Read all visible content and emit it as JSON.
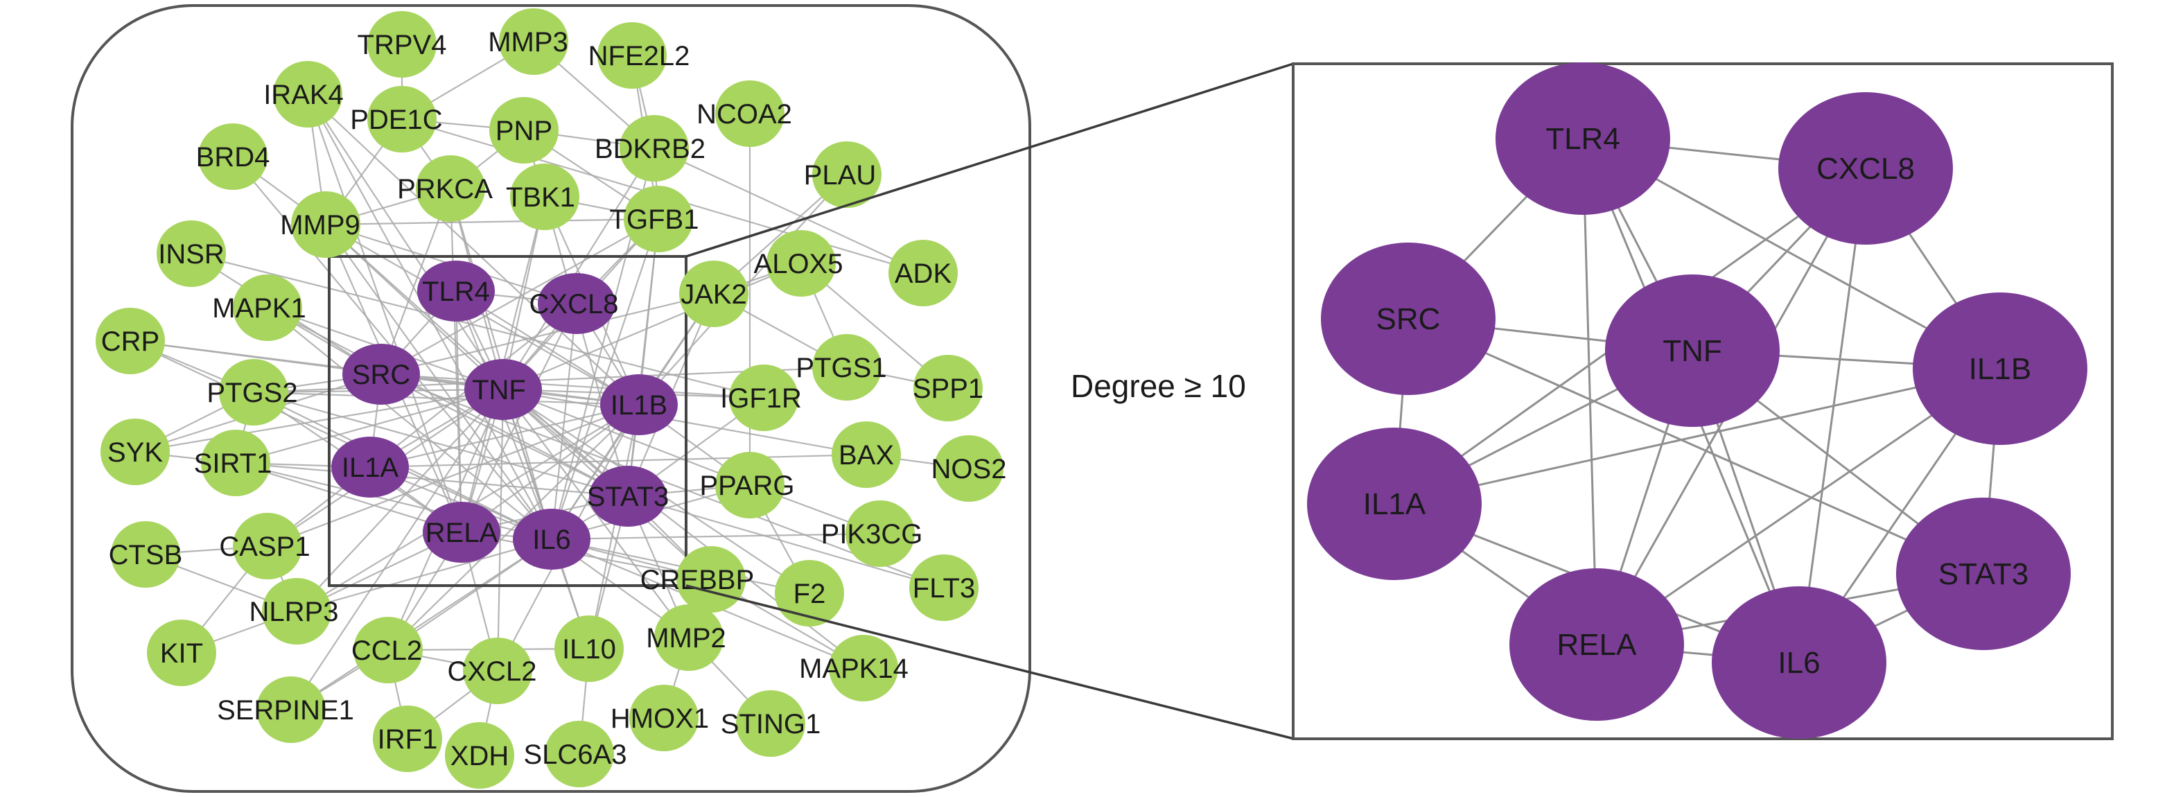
{
  "colors": {
    "hub_node": "#7b3c96",
    "other_node": "#a8d55e",
    "edge": "#a9a9a9",
    "frame": "#555555",
    "label": "#1a1a1a"
  },
  "threshold_label": "Degree ≥ 10",
  "full_network": {
    "hub_nodes": [
      "TLR4",
      "CXCL8",
      "SRC",
      "TNF",
      "IL1B",
      "IL1A",
      "STAT3",
      "RELA",
      "IL6"
    ],
    "other_nodes": [
      "TRPV4",
      "MMP3",
      "NFE2L2",
      "IRAK4",
      "PDE1C",
      "PNP",
      "NCOA2",
      "BDKRB2",
      "BRD4",
      "PLAU",
      "PRKCA",
      "TBK1",
      "MMP9",
      "TGFB1",
      "INSR",
      "ALOX5",
      "ADK",
      "JAK2",
      "MAPK1",
      "CRP",
      "PTGS1",
      "SPP1",
      "PTGS2",
      "IGF1R",
      "SYK",
      "SIRT1",
      "BAX",
      "NOS2",
      "PPARG",
      "PIK3CG",
      "CTSB",
      "CASP1",
      "CREBBP",
      "F2",
      "FLT3",
      "NLRP3",
      "KIT",
      "CCL2",
      "IL10",
      "MMP2",
      "CXCL2",
      "MAPK14",
      "SERPINE1",
      "HMOX1",
      "STING1",
      "IRF1",
      "XDH",
      "SLC6A3"
    ],
    "edges": [
      [
        "TRPV4",
        "PDE1C"
      ],
      [
        "MMP3",
        "PDE1C"
      ],
      [
        "MMP3",
        "BDKRB2"
      ],
      [
        "NFE2L2",
        "BDKRB2"
      ],
      [
        "NFE2L2",
        "TGFB1"
      ],
      [
        "IRAK4",
        "MMP9"
      ],
      [
        "IRAK4",
        "TNF"
      ],
      [
        "IRAK4",
        "IL6"
      ],
      [
        "IRAK4",
        "IL1B"
      ],
      [
        "IRAK4",
        "RELA"
      ],
      [
        "PDE1C",
        "PNP"
      ],
      [
        "PDE1C",
        "PRKCA"
      ],
      [
        "PDE1C",
        "MMP9"
      ],
      [
        "PDE1C",
        "ADK"
      ],
      [
        "PNP",
        "PRKCA"
      ],
      [
        "PNP",
        "TBK1"
      ],
      [
        "PNP",
        "BDKRB2"
      ],
      [
        "PNP",
        "TGFB1"
      ],
      [
        "NCOA2",
        "PPARG"
      ],
      [
        "BDKRB2",
        "TGFB1"
      ],
      [
        "BDKRB2",
        "TNF"
      ],
      [
        "BDKRB2",
        "IL6"
      ],
      [
        "BDKRB2",
        "ADK"
      ],
      [
        "BRD4",
        "MMP9"
      ],
      [
        "BRD4",
        "IL6"
      ],
      [
        "PLAU",
        "JAK2"
      ],
      [
        "PLAU",
        "IL1B"
      ],
      [
        "PRKCA",
        "TNF"
      ],
      [
        "PRKCA",
        "SRC"
      ],
      [
        "PRKCA",
        "RELA"
      ],
      [
        "PRKCA",
        "IL6"
      ],
      [
        "PRKCA",
        "MMP9"
      ],
      [
        "TBK1",
        "TNF"
      ],
      [
        "TBK1",
        "RELA"
      ],
      [
        "TBK1",
        "STAT3"
      ],
      [
        "TBK1",
        "IL1B"
      ],
      [
        "TBK1",
        "TGFB1"
      ],
      [
        "MMP9",
        "TGFB1"
      ],
      [
        "MMP9",
        "TNF"
      ],
      [
        "MMP9",
        "IL6"
      ],
      [
        "MMP9",
        "IL1B"
      ],
      [
        "MMP9",
        "CXCL8"
      ],
      [
        "MMP9",
        "STAT3"
      ],
      [
        "MMP9",
        "RELA"
      ],
      [
        "TGFB1",
        "TNF"
      ],
      [
        "TGFB1",
        "IL6"
      ],
      [
        "TGFB1",
        "STAT3"
      ],
      [
        "TGFB1",
        "IL1B"
      ],
      [
        "TGFB1",
        "SRC"
      ],
      [
        "TGFB1",
        "CXCL8"
      ],
      [
        "INSR",
        "SRC"
      ],
      [
        "INSR",
        "IGF1R"
      ],
      [
        "ALOX5",
        "JAK2"
      ],
      [
        "ALOX5",
        "PTGS1"
      ],
      [
        "ALOX5",
        "SPP1"
      ],
      [
        "ALOX5",
        "TNF"
      ],
      [
        "JAK2",
        "STAT3"
      ],
      [
        "JAK2",
        "IL6"
      ],
      [
        "JAK2",
        "SRC"
      ],
      [
        "JAK2",
        "PTGS1"
      ],
      [
        "JAK2",
        "IL1B"
      ],
      [
        "MAPK1",
        "SRC"
      ],
      [
        "MAPK1",
        "TNF"
      ],
      [
        "MAPK1",
        "IL6"
      ],
      [
        "MAPK1",
        "STAT3"
      ],
      [
        "CRP",
        "IL6"
      ],
      [
        "CRP",
        "TNF"
      ],
      [
        "CRP",
        "IL1B"
      ],
      [
        "CRP",
        "PTGS2"
      ],
      [
        "PTGS1",
        "SPP1"
      ],
      [
        "PTGS1",
        "PTGS2"
      ],
      [
        "PTGS2",
        "TNF"
      ],
      [
        "PTGS2",
        "IL6"
      ],
      [
        "PTGS2",
        "IL1B"
      ],
      [
        "PTGS2",
        "SRC"
      ],
      [
        "PTGS2",
        "RELA"
      ],
      [
        "PTGS2",
        "STAT3"
      ],
      [
        "PTGS2",
        "SYK"
      ],
      [
        "PTGS2",
        "SIRT1"
      ],
      [
        "IGF1R",
        "SRC"
      ],
      [
        "IGF1R",
        "STAT3"
      ],
      [
        "IGF1R",
        "TNF"
      ],
      [
        "SYK",
        "SRC"
      ],
      [
        "SYK",
        "SIRT1"
      ],
      [
        "SYK",
        "TNF"
      ],
      [
        "SIRT1",
        "IL1A"
      ],
      [
        "SIRT1",
        "TNF"
      ],
      [
        "SIRT1",
        "IL6"
      ],
      [
        "SIRT1",
        "RELA"
      ],
      [
        "SIRT1",
        "STAT3"
      ],
      [
        "BAX",
        "TNF"
      ],
      [
        "BAX",
        "NOS2"
      ],
      [
        "BAX",
        "IL1A"
      ],
      [
        "PPARG",
        "TNF"
      ],
      [
        "PPARG",
        "IL6"
      ],
      [
        "PPARG",
        "STAT3"
      ],
      [
        "PPARG",
        "PIK3CG"
      ],
      [
        "PPARG",
        "F2"
      ],
      [
        "PPARG",
        "IL1B"
      ],
      [
        "PIK3CG",
        "IL6"
      ],
      [
        "FLT3",
        "STAT3"
      ],
      [
        "FLT3",
        "SRC"
      ],
      [
        "CTSB",
        "CASP1"
      ],
      [
        "CTSB",
        "NLRP3"
      ],
      [
        "CASP1",
        "NLRP3"
      ],
      [
        "CASP1",
        "IL1B"
      ],
      [
        "CASP1",
        "IL1A"
      ],
      [
        "CASP1",
        "TNF"
      ],
      [
        "CASP1",
        "KIT"
      ],
      [
        "CREBBP",
        "STAT3"
      ],
      [
        "CREBBP",
        "RELA"
      ],
      [
        "CREBBP",
        "IL6"
      ],
      [
        "CREBBP",
        "TNF"
      ],
      [
        "CREBBP",
        "MAPK14"
      ],
      [
        "F2",
        "TNF"
      ],
      [
        "F2",
        "IL6"
      ],
      [
        "NLRP3",
        "KIT"
      ],
      [
        "NLRP3",
        "IL1B"
      ],
      [
        "NLRP3",
        "TNF"
      ],
      [
        "NLRP3",
        "IL6"
      ],
      [
        "NLRP3",
        "RELA"
      ],
      [
        "CCL2",
        "CXCL2"
      ],
      [
        "CCL2",
        "SERPINE1"
      ],
      [
        "CCL2",
        "IRF1"
      ],
      [
        "CCL2",
        "IL10"
      ],
      [
        "CCL2",
        "TNF"
      ],
      [
        "CCL2",
        "IL6"
      ],
      [
        "CCL2",
        "IL1B"
      ],
      [
        "CCL2",
        "RELA"
      ],
      [
        "IL10",
        "TNF"
      ],
      [
        "IL10",
        "IL6"
      ],
      [
        "IL10",
        "IL1B"
      ],
      [
        "IL10",
        "STAT3"
      ],
      [
        "IL10",
        "SLC6A3"
      ],
      [
        "MMP2",
        "TNF"
      ],
      [
        "MMP2",
        "IL6"
      ],
      [
        "MMP2",
        "HMOX1"
      ],
      [
        "MMP2",
        "STING1"
      ],
      [
        "MMP2",
        "STAT3"
      ],
      [
        "CXCL2",
        "XDH"
      ],
      [
        "CXCL2",
        "IRF1"
      ],
      [
        "CXCL2",
        "TNF"
      ],
      [
        "CXCL2",
        "IL1B"
      ],
      [
        "CXCL2",
        "RELA"
      ],
      [
        "SERPINE1",
        "TNF"
      ],
      [
        "SERPINE1",
        "IL6"
      ],
      [
        "MAPK14",
        "TNF"
      ],
      [
        "MAPK14",
        "IL6"
      ],
      [
        "TLR4",
        "CXCL8"
      ],
      [
        "TLR4",
        "SRC"
      ],
      [
        "TLR4",
        "RELA"
      ],
      [
        "TLR4",
        "TNF"
      ],
      [
        "TLR4",
        "IL6"
      ],
      [
        "TLR4",
        "IL1B"
      ],
      [
        "CXCL8",
        "TNF"
      ],
      [
        "CXCL8",
        "IL1A"
      ],
      [
        "CXCL8",
        "IL1B"
      ],
      [
        "CXCL8",
        "IL6"
      ],
      [
        "CXCL8",
        "RELA"
      ],
      [
        "SRC",
        "TNF"
      ],
      [
        "SRC",
        "IL1A"
      ],
      [
        "SRC",
        "STAT3"
      ],
      [
        "TNF",
        "IL1B"
      ],
      [
        "TNF",
        "IL1A"
      ],
      [
        "TNF",
        "RELA"
      ],
      [
        "TNF",
        "IL6"
      ],
      [
        "TNF",
        "STAT3"
      ],
      [
        "IL1B",
        "IL1A"
      ],
      [
        "IL1B",
        "STAT3"
      ],
      [
        "IL1B",
        "RELA"
      ],
      [
        "IL1B",
        "IL6"
      ],
      [
        "IL1A",
        "RELA"
      ],
      [
        "IL1A",
        "IL6"
      ],
      [
        "RELA",
        "IL6"
      ],
      [
        "RELA",
        "STAT3"
      ],
      [
        "IL6",
        "STAT3"
      ]
    ]
  },
  "hub_network": {
    "nodes": [
      "TLR4",
      "CXCL8",
      "SRC",
      "TNF",
      "IL1B",
      "IL1A",
      "STAT3",
      "RELA",
      "IL6"
    ],
    "edges": [
      [
        "TLR4",
        "CXCL8"
      ],
      [
        "TLR4",
        "SRC"
      ],
      [
        "TLR4",
        "RELA"
      ],
      [
        "TLR4",
        "TNF"
      ],
      [
        "TLR4",
        "IL6"
      ],
      [
        "TLR4",
        "IL1B"
      ],
      [
        "CXCL8",
        "TNF"
      ],
      [
        "CXCL8",
        "IL1A"
      ],
      [
        "CXCL8",
        "IL1B"
      ],
      [
        "CXCL8",
        "IL6"
      ],
      [
        "CXCL8",
        "RELA"
      ],
      [
        "SRC",
        "TNF"
      ],
      [
        "SRC",
        "IL1A"
      ],
      [
        "SRC",
        "STAT3"
      ],
      [
        "TNF",
        "IL1B"
      ],
      [
        "TNF",
        "IL1A"
      ],
      [
        "TNF",
        "RELA"
      ],
      [
        "TNF",
        "IL6"
      ],
      [
        "TNF",
        "STAT3"
      ],
      [
        "IL1B",
        "IL1A"
      ],
      [
        "IL1B",
        "STAT3"
      ],
      [
        "IL1B",
        "RELA"
      ],
      [
        "IL1B",
        "IL6"
      ],
      [
        "IL1A",
        "RELA"
      ],
      [
        "IL1A",
        "IL6"
      ],
      [
        "RELA",
        "IL6"
      ],
      [
        "RELA",
        "STAT3"
      ],
      [
        "IL6",
        "STAT3"
      ]
    ]
  }
}
